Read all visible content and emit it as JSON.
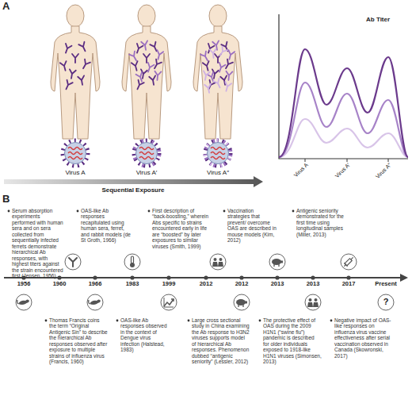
{
  "diagram": {
    "labels": [
      "A",
      "Virus A",
      "Virus A′",
      "Virus A″",
      "Sequential Exposure",
      "Ab Titer",
      "Virus A",
      "Virus A′",
      "Virus A″",
      "B",
      "Serum absorption experiments performed with human sera and on sera collected from sequentially infected ferrets demonstrate hierarchical Ab responses, with highest titers against the strain encountered first (Jensen, 1956)",
      "OAS-like Ab responses recapitulated using human sera, ferret, and rabbit models (de St Groth, 1966)",
      "First description of “back-boosting,” wherein Abs specific to strains encountered early in life are “boosted” by later exposures to similar viruses (Smith, 1999)",
      "Vaccination strategies that prevent/ overcome OAS are described in mouse models (Kim, 2012)",
      "Antigenic seniority demonstrated for the first time using longitudinal samples (Miller, 2013)",
      "1956",
      "1960",
      "1966",
      "1983",
      "1999",
      "2012",
      "2012",
      "2013",
      "2013",
      "2017",
      "Present",
      "Thomas Francis coins the term “Original Antigenic Sin” to describe the hierarchical Ab responses observed after exposure to multiple strains of influenza virus (Francis, 1960)",
      "OAS-like Ab responses observed in the context of Dengue virus infection (Halstead, 1983)",
      "Large cross sectional study in China examining the Ab response to H3N2 viruses supports model of hierarchical Ab responses. Phenomenon dubbed “antigenic seniority” (Lessler, 2012)",
      "The protective effect of OAS during the 2009 H1N1 (“swine flu”) pandemic is described for older individuals exposed to 1918-like H1N1 viruses (Simonsen, 2013)",
      "Negative impact of OAS-like responses on influenza virus vaccine effectiveness after serial vaccination observed in Canada (Skowronski, 2017)",
      "?"
    ]
  }
}
